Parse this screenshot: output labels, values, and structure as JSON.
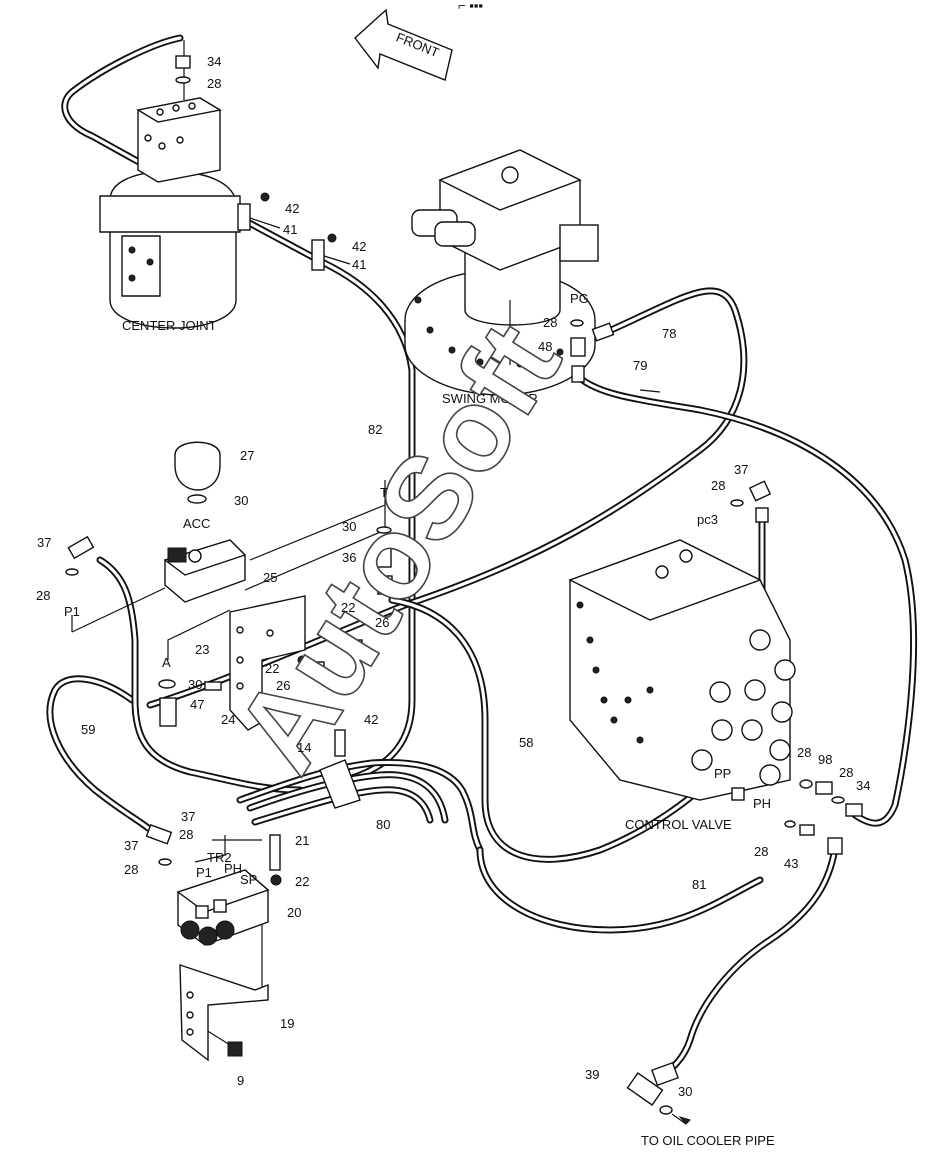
{
  "labels": {
    "front": "FRONT",
    "center_joint": "CENTER JOINT",
    "swing_motor": "SWING MOTOR",
    "control_valve": "CONTROL VALVE",
    "to_oil_cooler": "TO OIL COOLER PIPE",
    "watermark": "AutoSoft",
    "acc": "ACC",
    "port_a": "A",
    "port_t": "T",
    "port_p1_a": "P1",
    "port_pg": "PG",
    "port_pc3": "pc3",
    "port_pp": "PP",
    "port_ph_cv": "PH",
    "port_tr2": "TR2",
    "port_p1_b": "P1",
    "port_ph_b": "PH",
    "port_sp": "SP"
  },
  "parts": {
    "n9": "9",
    "n14": "14",
    "n19": "19",
    "n20": "20",
    "n21": "21",
    "n22a": "22",
    "n22b": "22",
    "n22c": "22",
    "n23": "23",
    "n24": "24",
    "n25": "25",
    "n26a": "26",
    "n26b": "26",
    "n27": "27",
    "n28a": "28",
    "n28b": "28",
    "n28c": "28",
    "n28d": "28",
    "n28e": "28",
    "n28f": "28",
    "n28g": "28",
    "n28h": "28",
    "n30a": "30",
    "n30b": "30",
    "n30c": "30",
    "n30d": "30",
    "n34a": "34",
    "n34b": "34",
    "n36": "36",
    "n37a": "37",
    "n37b": "37",
    "n37c": "37",
    "n37d": "37",
    "n39": "39",
    "n41a": "41",
    "n41b": "41",
    "n42a": "42",
    "n42b": "42",
    "n42c": "42",
    "n43": "43",
    "n47": "47",
    "n48": "48",
    "n58": "58",
    "n59": "59",
    "n78": "78",
    "n79": "79",
    "n80": "80",
    "n81": "81",
    "n82": "82",
    "n98": "98"
  },
  "icons": [
    "front-arrow-icon",
    "center-joint-icon",
    "swing-motor-icon",
    "control-valve-icon",
    "accumulator-icon",
    "solenoid-block-icon"
  ]
}
